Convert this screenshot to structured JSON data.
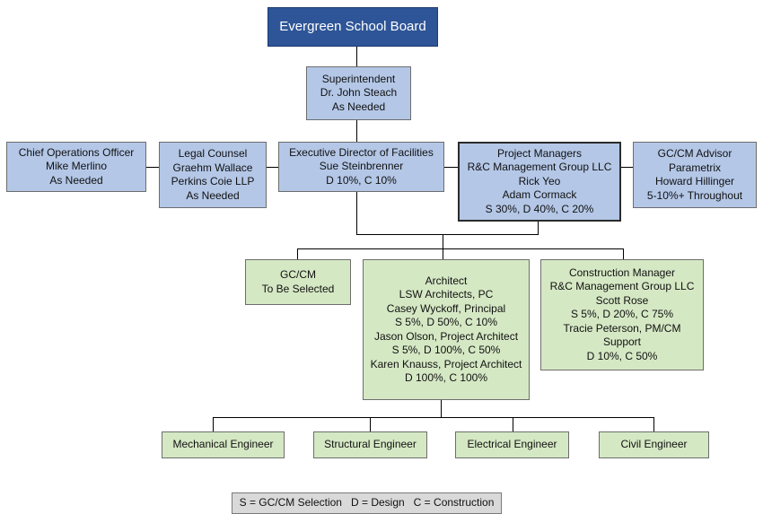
{
  "board": {
    "title": "Evergreen School Board"
  },
  "superintendent": {
    "lines": [
      "Superintendent",
      "Dr. John Steach",
      "As Needed"
    ]
  },
  "row2": {
    "coo": {
      "lines": [
        "Chief Operations Officer",
        "Mike Merlino",
        "As Needed"
      ]
    },
    "legal": {
      "lines": [
        "Legal Counsel",
        "Graehm Wallace",
        "Perkins Coie LLP",
        "As Needed"
      ]
    },
    "facilities": {
      "lines": [
        "Executive Director of Facilities",
        "Sue Steinbrenner",
        "D 10%, C 10%"
      ]
    },
    "pm": {
      "lines": [
        "Project Managers",
        "R&C Management Group LLC",
        "Rick Yeo",
        "Adam Cormack",
        "S 30%, D 40%, C 20%"
      ]
    },
    "advisor": {
      "lines": [
        "GC/CM Advisor",
        "Parametrix",
        "Howard Hillinger",
        "5-10%+ Throughout"
      ]
    }
  },
  "row3": {
    "gccm": {
      "lines": [
        "GC/CM",
        "To Be Selected"
      ]
    },
    "architect": {
      "lines": [
        "Architect",
        "LSW Architects, PC",
        "Casey Wyckoff, Principal",
        "S 5%, D 50%, C 10%",
        "Jason Olson, Project Architect",
        "S 5%, D 100%, C 50%",
        "Karen Knauss, Project Architect",
        "D 100%, C 100%"
      ]
    },
    "cm": {
      "lines": [
        "Construction Manager",
        "R&C Management Group LLC",
        "Scott Rose",
        "S 5%, D 20%, C 75%",
        "Tracie Peterson, PM/CM",
        "Support",
        "D 10%, C 50%"
      ]
    }
  },
  "engineers": {
    "mechanical": "Mechanical Engineer",
    "structural": "Structural Engineer",
    "electrical": "Electrical Engineer",
    "civil": "Civil Engineer"
  },
  "legend": {
    "text": "S = GC/CM Selection   D = Design   C = Construction"
  },
  "colors": {
    "board": "#2e5597",
    "blue_box": "#b4c7e7",
    "green_box": "#d5e8c4",
    "legend": "#d9d9d9"
  }
}
